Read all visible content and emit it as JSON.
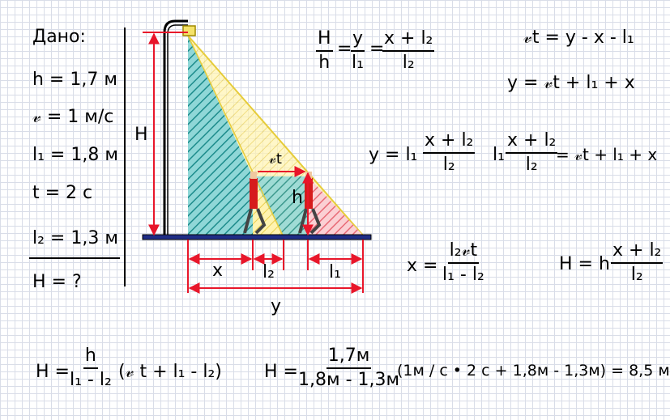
{
  "given": {
    "title": "Дано:",
    "h": "h = 1,7 м",
    "v": "𝓋 = 1 м/с",
    "l1": "l₁ = 1,8 м",
    "t": "t = 2 с",
    "l2": "l₂ = 1,3 м",
    "find": "H = ?"
  },
  "diagram": {
    "label_H": "H",
    "label_h": "h",
    "label_vt": "𝓋t",
    "label_x": "x",
    "label_l2": "l₂",
    "label_l1": "l₁",
    "label_y": "y"
  },
  "formulas": {
    "ratio": {
      "lhs_num": "H",
      "lhs_den": "h",
      "mid_num": "y",
      "mid_den": "l₁",
      "rhs_num": "x + l₂",
      "rhs_den": "l₂"
    },
    "vt_eq": "𝓋t = y - x - l₁",
    "y_eq": "y = 𝓋t + l₁ + x",
    "y_l1_prefix": "y = l₁",
    "y_l1_num": "x + l₂",
    "y_l1_den": "l₂",
    "combined_prefix": "l₁",
    "combined_num": "x + l₂",
    "combined_den": "l₂",
    "combined_rhs": "= 𝓋t + l₁ + x",
    "x_prefix": "x =",
    "x_num": "l₂𝓋t",
    "x_den": "l₁ - l₂",
    "H_prefix": "H = h",
    "H_num": "x + l₂",
    "H_den": "l₂",
    "final_prefix": "H =",
    "final_num": "h",
    "final_den": "l₁ - l₂",
    "final_rhs": "(𝓋 t + l₁ - l₂)",
    "calc_prefix": "H =",
    "calc_num": "1,7м",
    "calc_den": "1,8м - 1,3м",
    "calc_rhs": "(1м / с • 2 с + 1,8м - 1,3м) = 8,5 м"
  },
  "colors": {
    "measure": "#e8162a",
    "shadow_teal": "#2aa6a6",
    "shadow_pink": "#f0808a",
    "light_beam": "#f5e36a",
    "ground": "#1f2d86"
  }
}
